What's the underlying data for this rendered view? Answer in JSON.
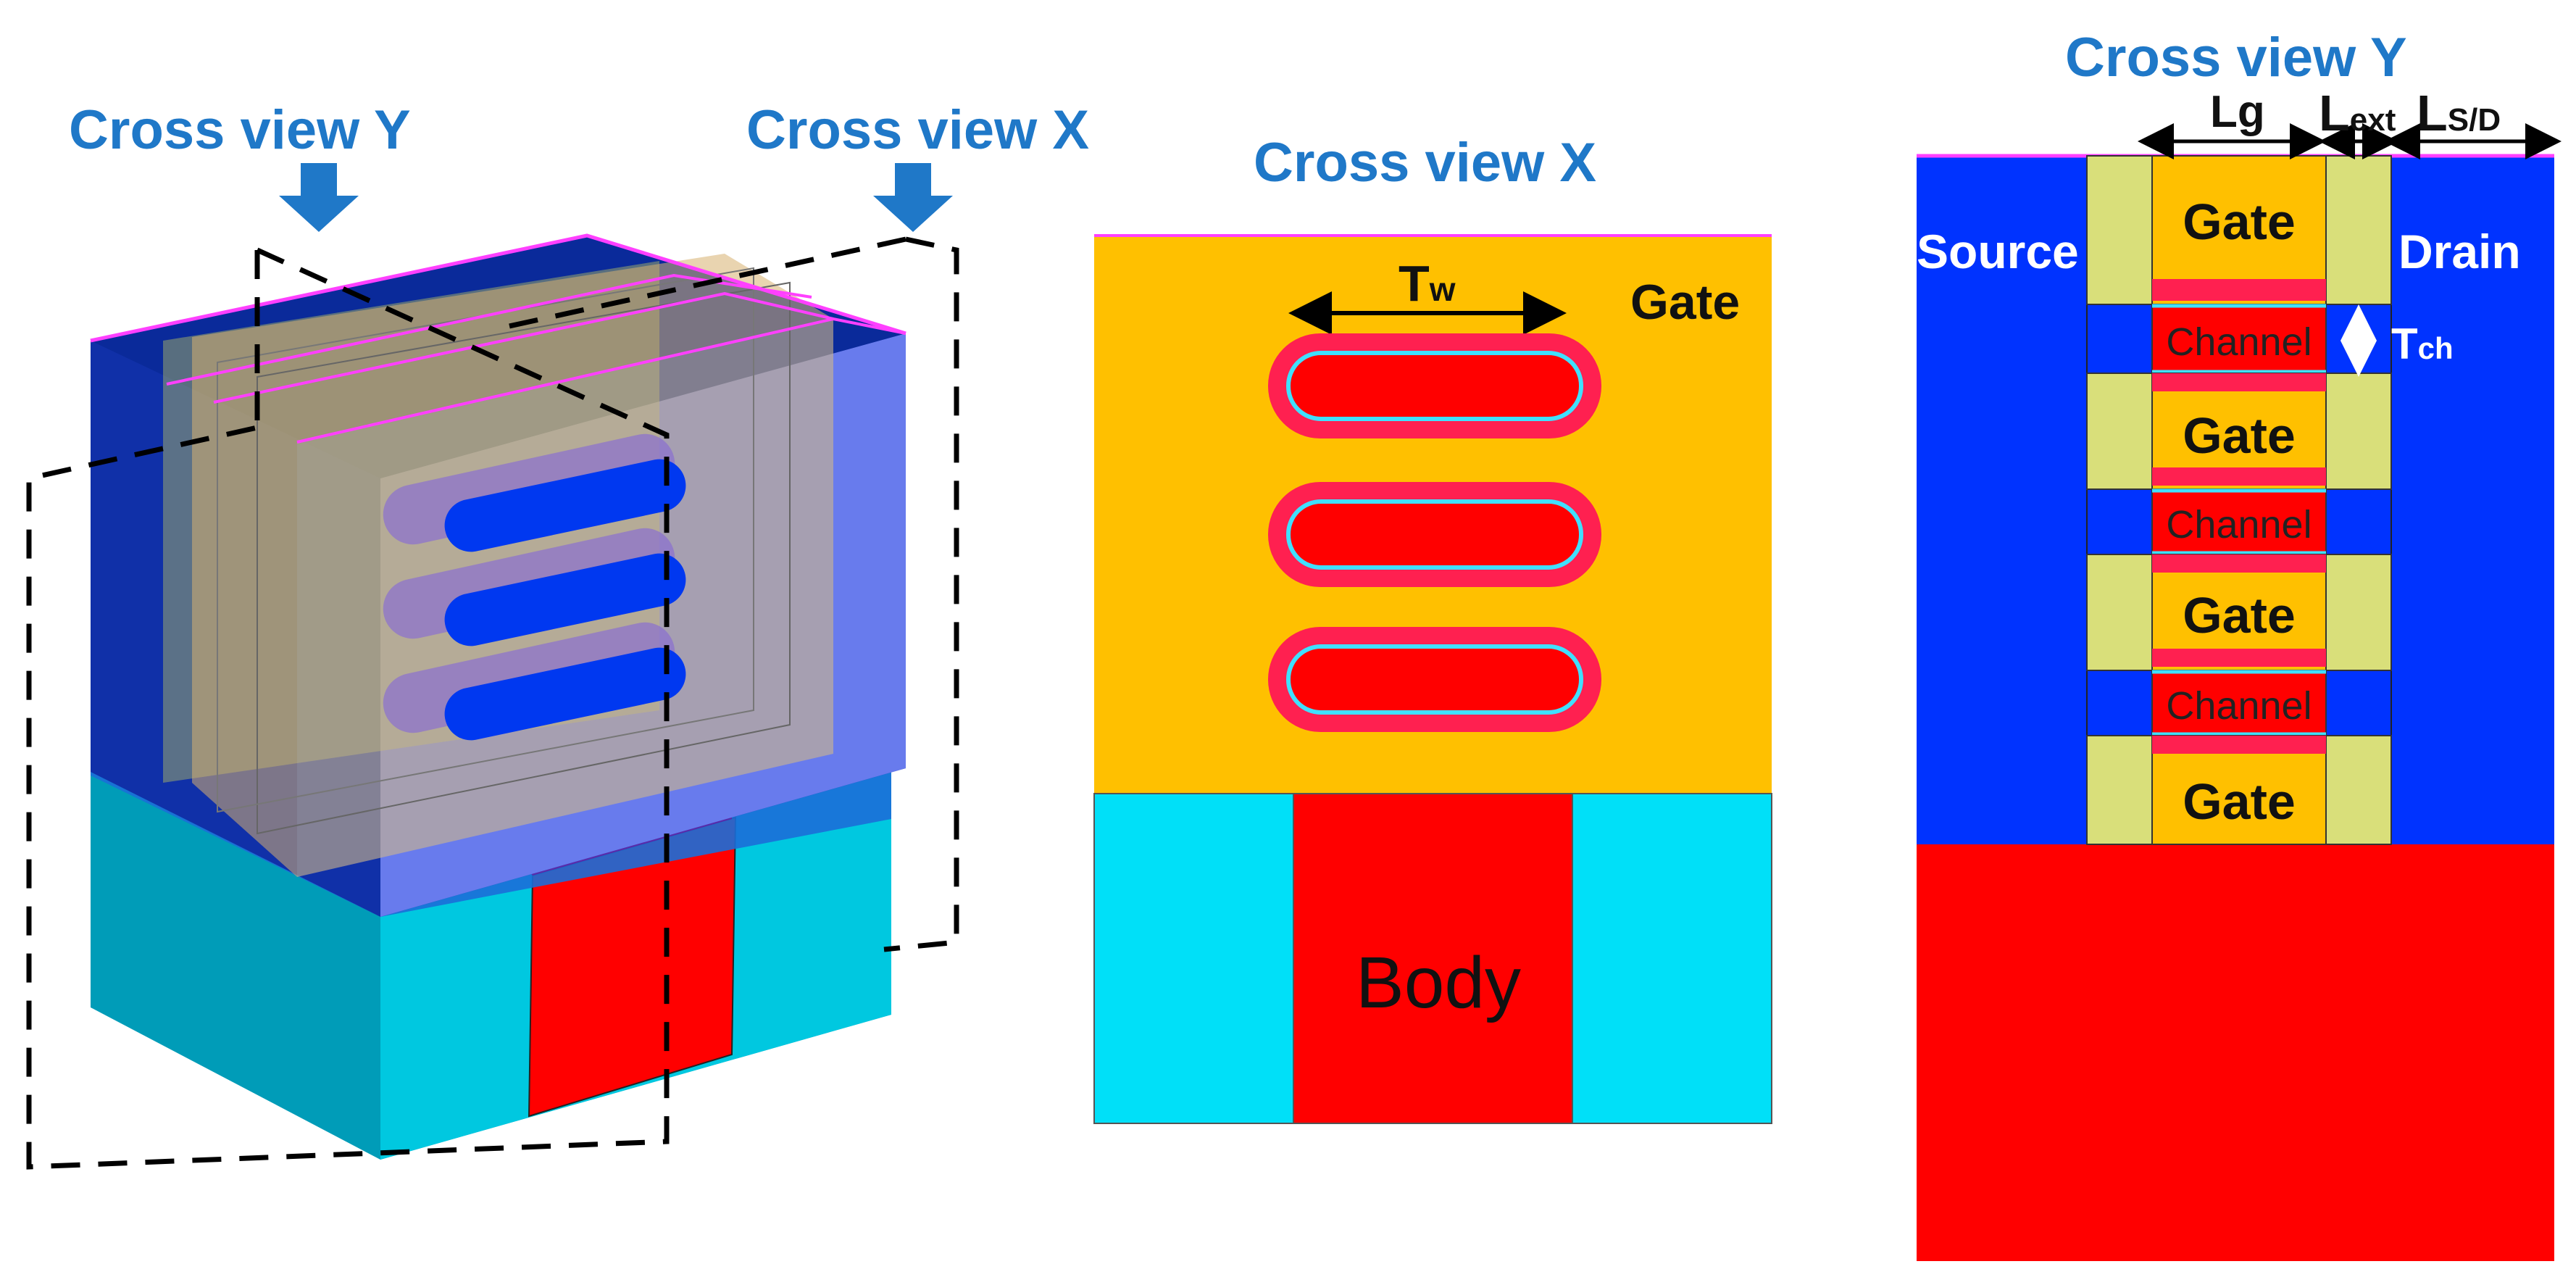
{
  "left_panel": {
    "label_cross_y": "Cross view Y",
    "label_cross_x": "Cross view X"
  },
  "middle_panel": {
    "title": "Cross view X",
    "gate_label": "Gate",
    "width_label": "T",
    "width_sub": "w",
    "body_label": "Body"
  },
  "right_panel": {
    "title": "Cross view Y",
    "lg_label": "Lg",
    "lext_label": "L",
    "lext_sub": "ext",
    "lsd_label": "L",
    "lsd_sub": "S/D",
    "source_label": "Source",
    "drain_label": "Drain",
    "tch_label": "T",
    "tch_sub": "ch",
    "layers": [
      "Gate",
      "Channel",
      "Gate",
      "Channel",
      "Gate",
      "Channel",
      "Gate"
    ]
  },
  "colors": {
    "gate": "#ffc000",
    "channel": "#ff0000",
    "source_drain": "#0033ff",
    "spacer": "#d9df7a",
    "substrate_cyan": "#00e0f8",
    "title_blue": "#1f78c8",
    "oxide": "#00ccee"
  }
}
